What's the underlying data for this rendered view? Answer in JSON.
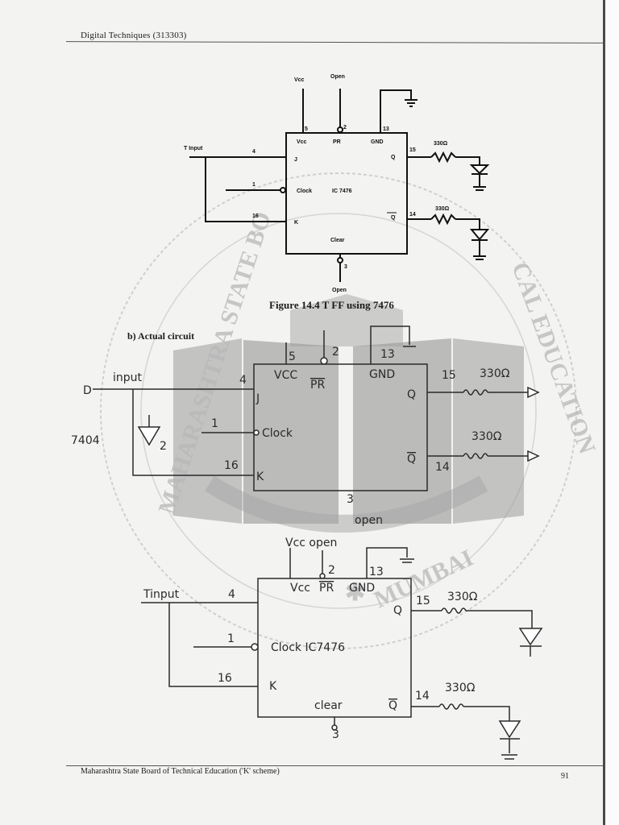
{
  "header": {
    "text": "Digital Techniques (313303)"
  },
  "footer": {
    "text": "Maharashtra State Board of Technical Education ('K' scheme)",
    "page": "91"
  },
  "figure": {
    "caption": "Figure 14.4 T FF using 7476",
    "pins": {
      "vcc": "Vcc",
      "open": "Open",
      "vcc_num": "5",
      "pr_num": "2",
      "gnd_num": "13",
      "j_num": "4",
      "clk_num": "1",
      "k_num": "16",
      "q_num": "15",
      "qbar_num": "14",
      "clear_num": "3"
    },
    "labels": {
      "vcc": "Vcc",
      "pr": "PR",
      "gnd": "GND",
      "j": "J",
      "clock": "Clock",
      "ic": "IC 7476",
      "k": "K",
      "q": "Q",
      "qbar": "Q",
      "clear": "Clear",
      "t_input": "T Input",
      "open_bottom": "Open",
      "r1": "330Ω",
      "r2": "330Ω"
    }
  },
  "section_b": {
    "label": "b)   Actual circuit"
  },
  "sketch1": {
    "d_input": "D",
    "input": "input",
    "ic7404": "7404",
    "vcc": "VCC",
    "pr": "PR",
    "gnd": "GND",
    "j": "J",
    "clock": "Clock",
    "k": "K",
    "q": "Q",
    "qbar": "Q",
    "n5": "5",
    "n2": "2",
    "n13": "13",
    "n15": "15",
    "n14": "14",
    "n1": "1",
    "n16": "16",
    "n3": "3",
    "n4": "4",
    "n2b": "2",
    "r1": "330Ω",
    "r2": "330Ω",
    "open": "open"
  },
  "sketch2": {
    "vcc_open": "Vcc open",
    "t_input": "Tinput",
    "vcc": "Vcc",
    "pr": "PR",
    "gnd": "GND",
    "clock": "Clock IC7476",
    "k": "K",
    "clear": "clear",
    "q": "Q",
    "qtop": "Q",
    "n4": "4",
    "n2": "2",
    "n13": "13",
    "n15": "15",
    "n1": "1",
    "n16": "16",
    "n14": "14",
    "n3": "3",
    "r1": "330Ω",
    "r2": "330Ω"
  },
  "watermark": {
    "top_left": "MAHARASHTRA STATE BO",
    "right": "CAL EDUCATION",
    "bottom": "MUMBAI",
    "star": "✱"
  }
}
